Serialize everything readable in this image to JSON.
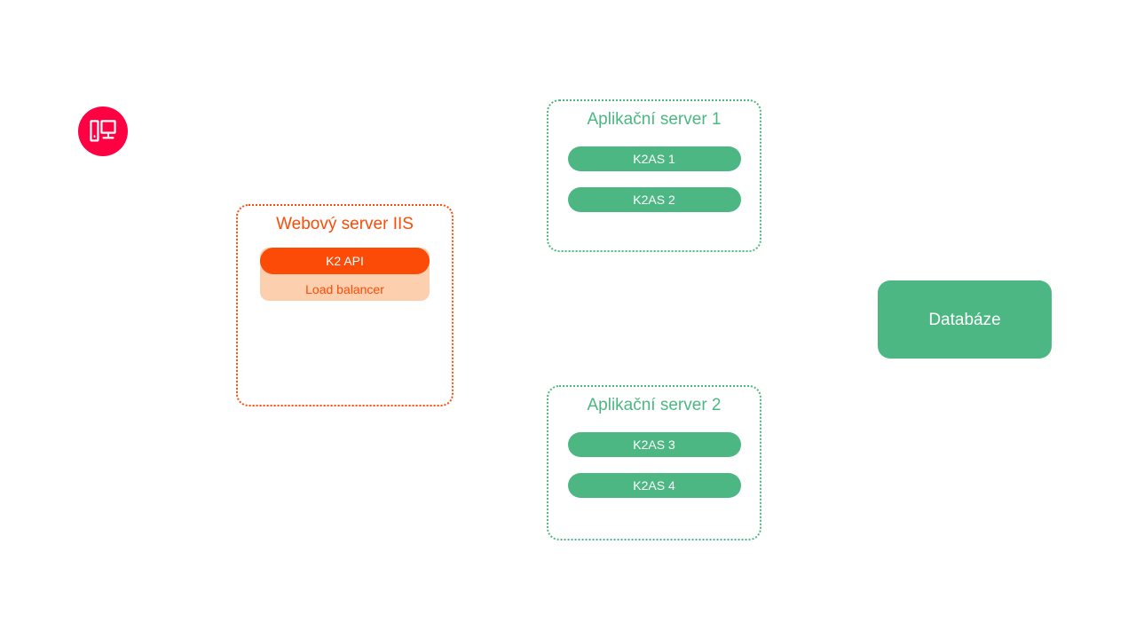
{
  "diagram": {
    "background_color": "#ffffff",
    "nodes": {
      "client": {
        "icon": "desktop-computer-icon",
        "color": "#ff0042"
      },
      "web_server": {
        "title": "Webový server IIS",
        "color": "#fb4b07",
        "border_style": "dotted",
        "components": [
          {
            "label": "K2 API",
            "style": "solid-pill",
            "color": "#fb4b07",
            "text_color": "#ffffff"
          },
          {
            "label": "Load balancer",
            "style": "light-box",
            "color": "#fccfaf",
            "text_color": "#fb4b07"
          }
        ]
      },
      "app_server_1": {
        "title": "Aplikační server 1",
        "color": "#4cb782",
        "border_style": "dotted",
        "components": [
          {
            "label": "K2AS 1"
          },
          {
            "label": "K2AS 2"
          }
        ]
      },
      "app_server_2": {
        "title": "Aplikační server 2",
        "color": "#4cb782",
        "border_style": "dotted",
        "components": [
          {
            "label": "K2AS 3"
          },
          {
            "label": "K2AS 4"
          }
        ]
      },
      "database": {
        "label": "Databáze",
        "color": "#4cb782",
        "text_color": "#ffffff"
      }
    }
  }
}
